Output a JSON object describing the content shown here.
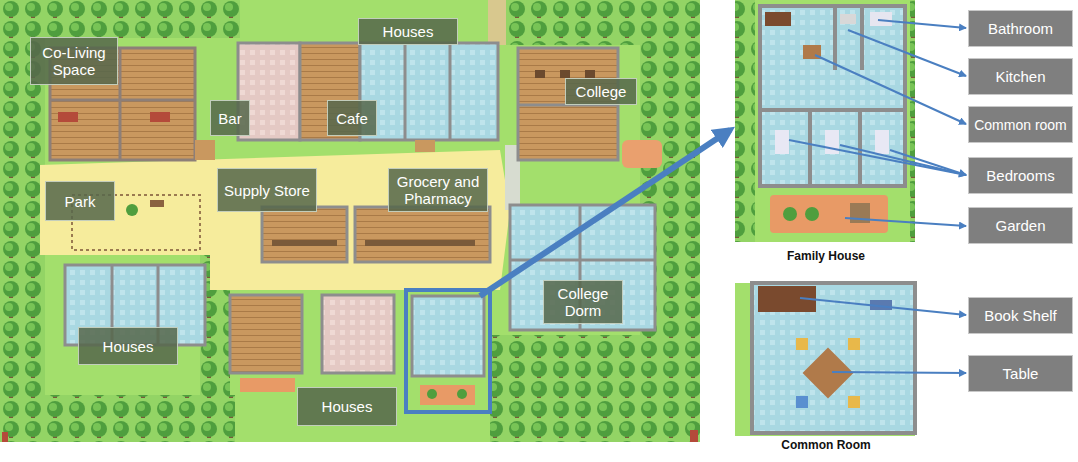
{
  "diagram": {
    "nodes": [
      {
        "text": [
          "Co-Living Space"
        ]
      },
      {
        "text": [
          "Houses"
        ]
      },
      {
        "text": [
          "College"
        ]
      },
      {
        "text": [
          "Bar"
        ]
      },
      {
        "text": [
          "Cafe"
        ]
      },
      {
        "text": [
          "Park"
        ]
      },
      {
        "text": [
          "Supply Store"
        ]
      },
      {
        "text": [
          "Grocery and Pharmacy"
        ]
      },
      {
        "text": [
          "College Dorm"
        ]
      },
      {
        "text": [
          "Houses"
        ]
      },
      {
        "text": [
          "Houses"
        ]
      },
      {
        "text": [
          "Bathroom"
        ]
      },
      {
        "text": [
          "Kitchen"
        ]
      },
      {
        "text": [
          "Common room"
        ]
      },
      {
        "text": [
          "Bedrooms"
        ]
      },
      {
        "text": [
          "Garden"
        ]
      },
      {
        "text": [
          "Book Shelf"
        ]
      },
      {
        "text": [
          "Table"
        ]
      }
    ],
    "labels": [
      "Family House",
      "Common Room"
    ]
  }
}
